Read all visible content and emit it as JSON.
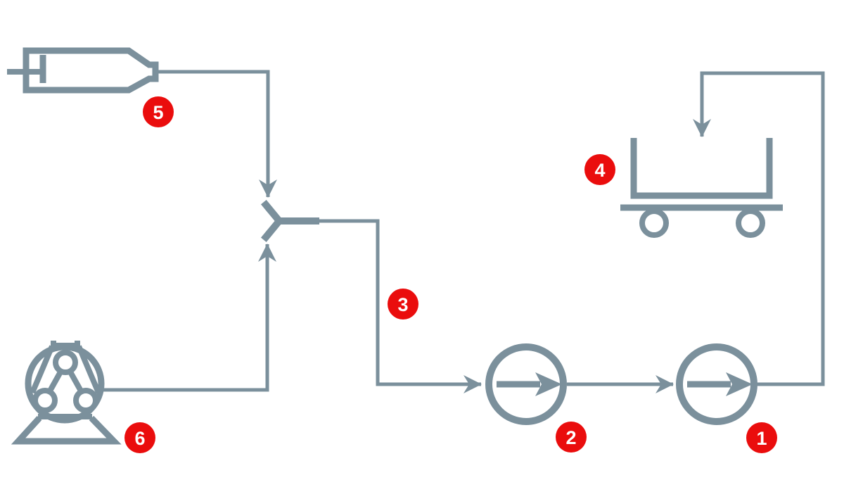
{
  "diagram": {
    "colors": {
      "background": "#ffffff",
      "line": "#7b909c",
      "badge": "#ea0d0d",
      "badge_text": "#ffffff",
      "icon_fill": "#ffffff"
    },
    "badges": [
      {
        "label": "1",
        "icon": "flow-circle-arrow-icon"
      },
      {
        "label": "2",
        "icon": "flow-circle-arrow-icon"
      },
      {
        "label": "3",
        "icon": "tubing-line"
      },
      {
        "label": "4",
        "icon": "cart-icon"
      },
      {
        "label": "5",
        "icon": "syringe-icon"
      },
      {
        "label": "6",
        "icon": "pump-icon"
      }
    ]
  }
}
